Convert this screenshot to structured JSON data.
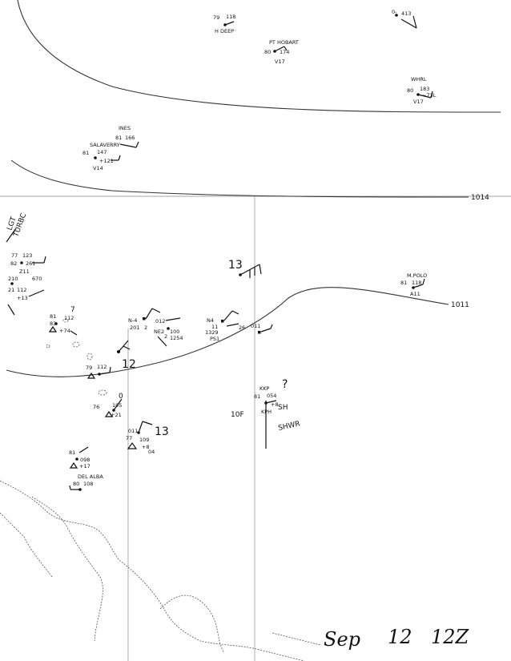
{
  "date_stamp": {
    "month": "Sep",
    "day": "12",
    "time": "12Z"
  },
  "isobars": [
    {
      "label": ""
    },
    {
      "label": "1014"
    },
    {
      "label": "1011"
    }
  ],
  "stations": {
    "s1": [
      "79",
      "118",
      "H DEEP"
    ],
    "s2": [
      "PT HOBART",
      "80",
      "174",
      "V17"
    ],
    "s3": [
      "0-",
      "413"
    ],
    "s4": [
      "WHRL",
      "80",
      "183",
      "~73L",
      "V17"
    ],
    "s5": [
      "INES",
      "81",
      "166",
      "SALAVERRY",
      "81",
      "147",
      "+121",
      "V14"
    ],
    "s6": [
      "LGT",
      "TURBC"
    ],
    "s7": [
      "77",
      "123",
      "82",
      "261",
      "Z11",
      "210",
      "670",
      "21",
      "112",
      "+13"
    ],
    "s8": [
      "7",
      "81",
      "112",
      "83",
      "+74"
    ],
    "s9": [
      "N-4",
      "012",
      "201",
      "2",
      "NE2",
      "100",
      "2",
      "1254"
    ],
    "s10": [
      "N4",
      "11",
      "1329",
      "PS1"
    ],
    "s11": [
      "26",
      "011"
    ],
    "s12": [
      "M.POLO",
      "81",
      "118",
      "A11"
    ],
    "s13": [
      "79",
      "112"
    ],
    "s14": [
      "0",
      "76",
      "105",
      "+21"
    ],
    "s15": [
      "13",
      "77",
      "109",
      "+8",
      "04",
      "011"
    ],
    "s16": [
      "KKP",
      "?",
      "81",
      "054",
      "+8",
      "KPH",
      "10F",
      "SH"
    ],
    "s17": [
      "81",
      "098",
      "+17"
    ],
    "s18": [
      "DEL ALBA",
      "80",
      "108"
    ]
  },
  "winds": {
    "w1": "13",
    "w2": "12"
  },
  "annotations": {
    "shower": "SHWR"
  }
}
